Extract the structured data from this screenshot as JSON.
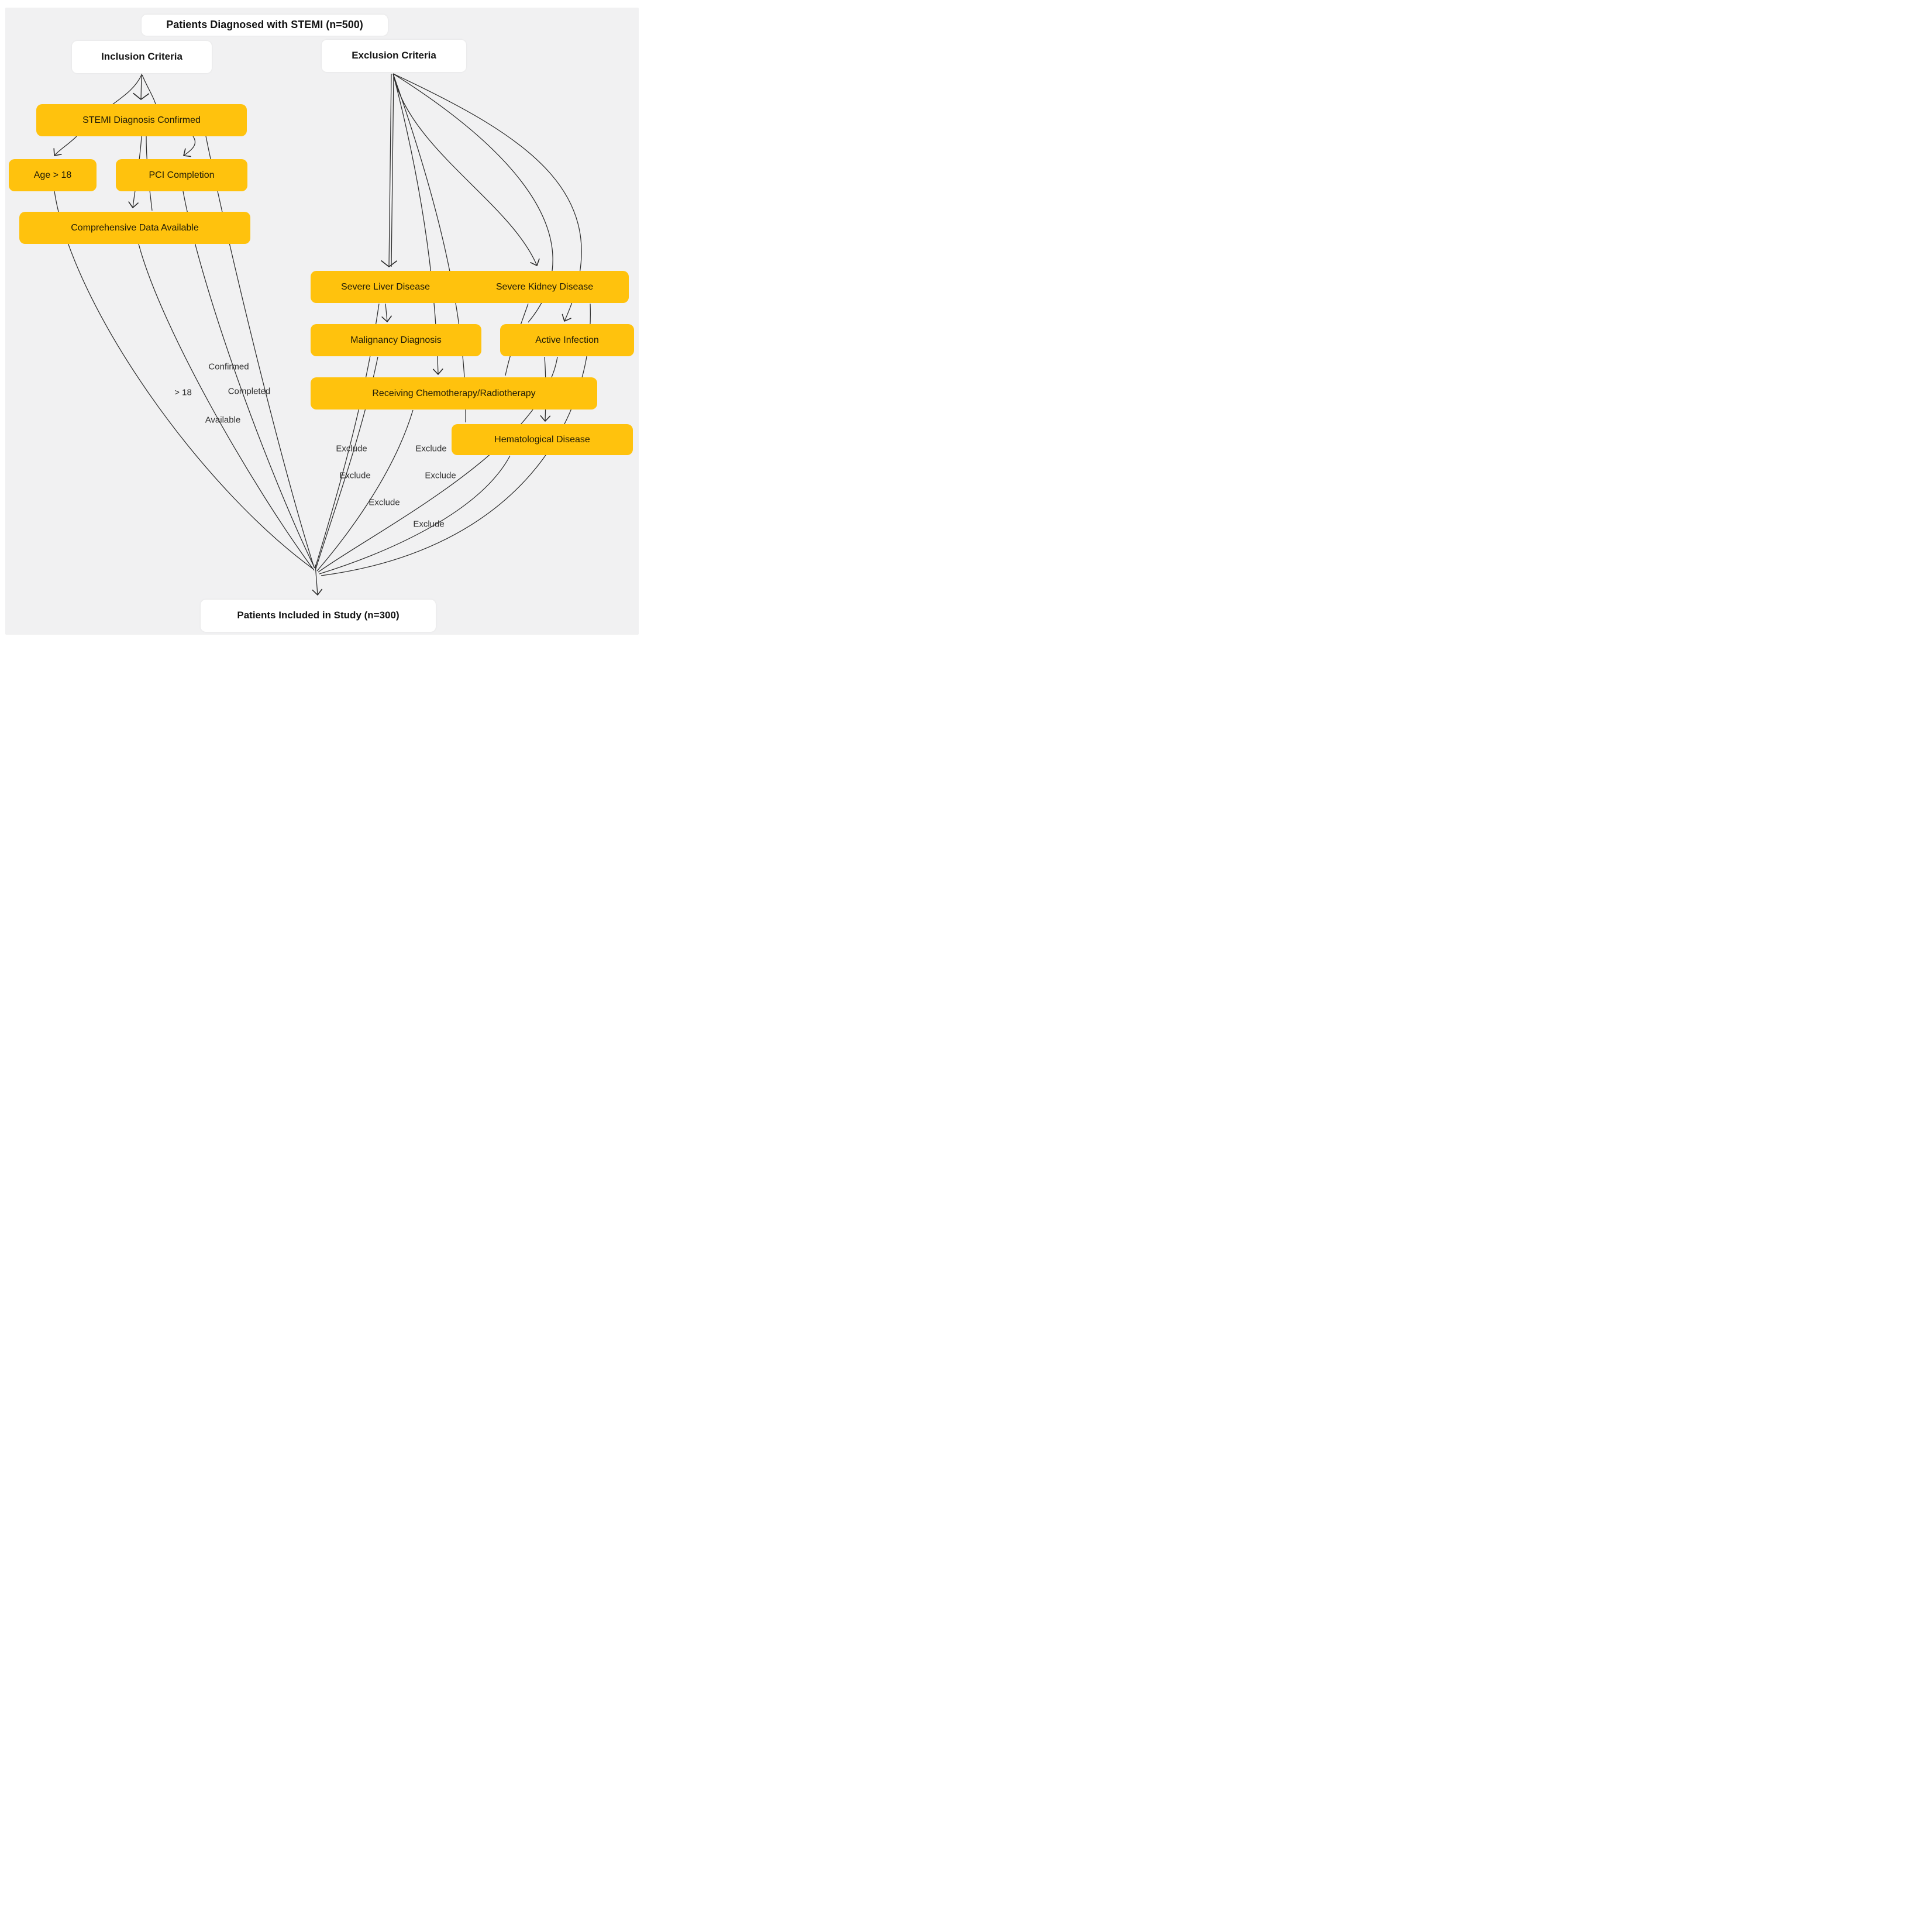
{
  "diagram": {
    "title": "Patients Diagnosed with STEMI (n=500)",
    "headers": {
      "inclusion": "Inclusion Criteria",
      "exclusion": "Exclusion Criteria"
    },
    "nodes": {
      "stemi": "STEMI Diagnosis Confirmed",
      "age": "Age > 18",
      "pci": "PCI Completion",
      "comprehensive": "Comprehensive Data Available",
      "liver": "Severe Liver Disease",
      "kidney": "Severe Kidney Disease",
      "malignancy": "Malignancy Diagnosis",
      "active": "Active Infection",
      "chemo": "Receiving Chemotherapy/Radiotherapy",
      "hema": "Hematological Disease"
    },
    "final": "Patients Included in Study (n=300)",
    "edge_labels": {
      "confirmed": "Confirmed",
      "gt18": "> 18",
      "completed": "Completed",
      "available": "Available",
      "exclude1": "Exclude",
      "exclude2": "Exclude",
      "exclude3": "Exclude",
      "exclude4": "Exclude",
      "exclude5": "Exclude",
      "exclude6": "Exclude"
    }
  },
  "colors": {
    "node_fill": "#FFC20D",
    "panel_background": "#F1F1F2",
    "card_background": "#FFFFFF",
    "edge_line": "#2B2B2B",
    "text": "#1F1B07"
  }
}
